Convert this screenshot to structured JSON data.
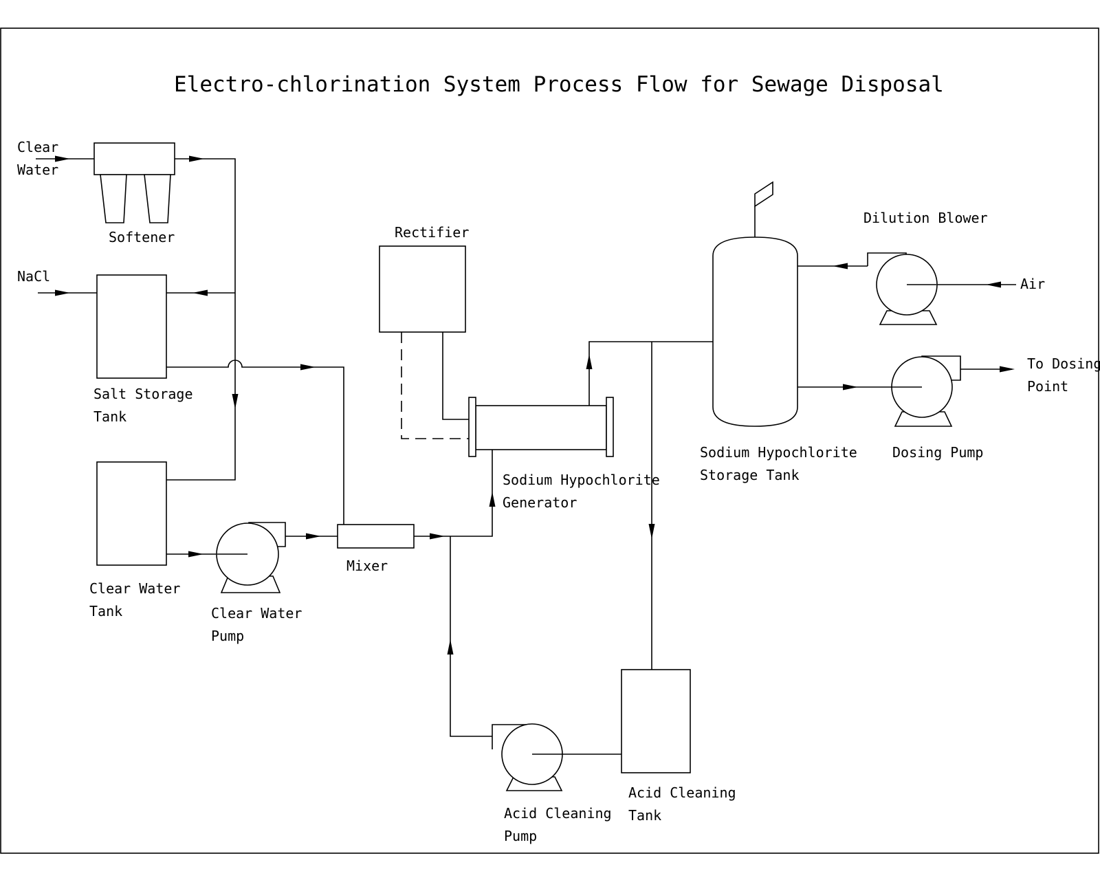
{
  "title": "Electro-chlorination System Process Flow for Sewage Disposal",
  "labels": {
    "clear_water_in": [
      "Clear",
      "Water"
    ],
    "softener": "Softener",
    "nacl": "NaCl",
    "salt_storage_tank": [
      "Salt Storage",
      "Tank"
    ],
    "clear_water_tank": [
      "Clear Water",
      "Tank"
    ],
    "clear_water_pump": [
      "Clear Water",
      "Pump"
    ],
    "mixer": "Mixer",
    "rectifier": "Rectifier",
    "generator": [
      "Sodium Hypochlorite",
      "Generator"
    ],
    "storage_tank": [
      "Sodium Hypochlorite",
      "Storage Tank"
    ],
    "dilution_blower": "Dilution Blower",
    "air": "Air",
    "dosing_point": [
      "To Dosing",
      "Point"
    ],
    "dosing_pump": "Dosing Pump",
    "acid_cleaning_pump": [
      "Acid Cleaning",
      "Pump"
    ],
    "acid_cleaning_tank": [
      "Acid Cleaning",
      "Tank"
    ]
  }
}
